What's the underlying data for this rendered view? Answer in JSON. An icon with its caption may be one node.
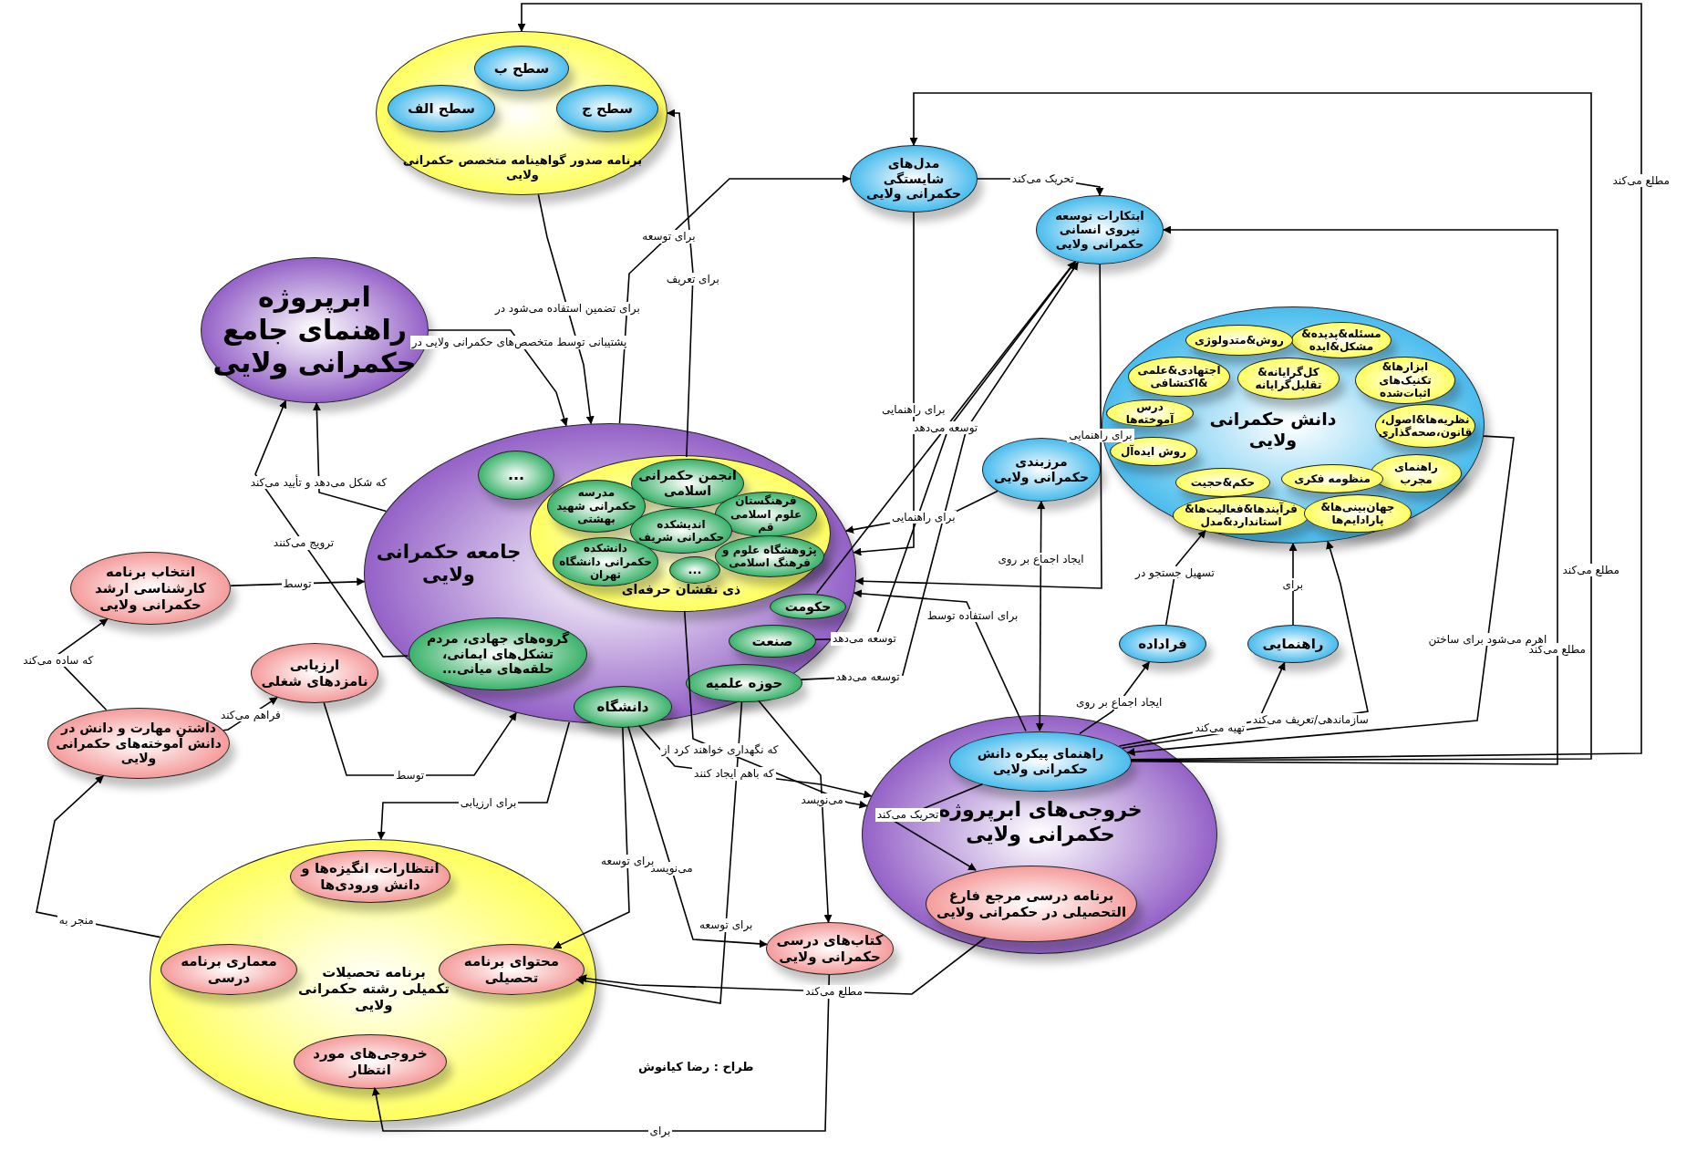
{
  "diagram": {
    "nodes": [
      {
        "text": [
          "برنامه صدور گواهینامه متخصص حکمرانی ولایی"
        ]
      },
      {
        "text": [
          "سطح ب"
        ],
        "in": 0
      },
      {
        "text": [
          "سطح الف"
        ],
        "in": 0
      },
      {
        "text": [
          "سطح ج"
        ],
        "in": 0
      },
      {
        "text": [
          "مدل‌های شایستگی حکمرانی ولایی"
        ]
      },
      {
        "text": [
          "ابتکارات توسعه نیروی انسانی حکمرانی ولایی"
        ]
      },
      {
        "text": [
          "ابرپروژه راهنمای جامع حکمرانی ولایی"
        ]
      },
      {
        "text": [
          "دانش حکمرانی ولایی"
        ]
      },
      {
        "text": [
          "مسئله&پدیده& مشکل&ایده"
        ],
        "in": 7
      },
      {
        "text": [
          "روش&متدولوژی"
        ],
        "in": 7
      },
      {
        "text": [
          "ابزارها& تکنیک‌های اثبات‌شده"
        ],
        "in": 7
      },
      {
        "text": [
          "اجتهادی&علمی &اکتشافی"
        ],
        "in": 7
      },
      {
        "text": [
          "کل‌گرایانه& تقلیل‌گرایانه"
        ],
        "in": 7
      },
      {
        "text": [
          "درس آموخته‌ها"
        ],
        "in": 7
      },
      {
        "text": [
          "نظریه‌ها&اصول، قانون،صحه‌گذاری"
        ],
        "in": 7
      },
      {
        "text": [
          "روش ایده‌آل"
        ],
        "in": 7
      },
      {
        "text": [
          "راهنمای مجرب"
        ],
        "in": 7
      },
      {
        "text": [
          "حکم&حجیت"
        ],
        "in": 7
      },
      {
        "text": [
          "منظومه فکری"
        ],
        "in": 7
      },
      {
        "text": [
          "فرآیندها&فعالیت‌ها& استاندارد&مدل"
        ],
        "in": 7
      },
      {
        "text": [
          "جهان‌بینی‌ها& پارادایم‌ها"
        ],
        "in": 7
      },
      {
        "text": [
          "جامعه حکمرانی ولایی"
        ]
      },
      {
        "text": [
          "..."
        ],
        "in": 21
      },
      {
        "text": [
          "ذی نقشان حرفه‌ای"
        ],
        "in": 21
      },
      {
        "text": [
          "انجمن حکمرانی اسلامی"
        ],
        "in": 23
      },
      {
        "text": [
          "مدرسه حکمرانی شهید بهشتی"
        ],
        "in": 23
      },
      {
        "text": [
          "فرهنگستان علوم اسلامی قم"
        ],
        "in": 23
      },
      {
        "text": [
          "اندیشکده حکمرانی شریف"
        ],
        "in": 23
      },
      {
        "text": [
          "پژوهشگاه علوم و فرهنگ اسلامی"
        ],
        "in": 23
      },
      {
        "text": [
          "دانشکده حکمرانی دانشگاه تهران"
        ],
        "in": 23
      },
      {
        "text": [
          "..."
        ],
        "in": 23
      },
      {
        "text": [
          "حکومت"
        ],
        "in": 21
      },
      {
        "text": [
          "صنعت"
        ],
        "in": 21
      },
      {
        "text": [
          "گروه‌های جهادی، مردم تشکل‌های ایمانی، حلقه‌های میانی..."
        ],
        "in": 21
      },
      {
        "text": [
          "حوزه علمیه"
        ],
        "in": 21
      },
      {
        "text": [
          "دانشگاه"
        ],
        "in": 21
      },
      {
        "text": [
          "مرزبندی حکمرانی ولایی"
        ]
      },
      {
        "text": [
          "انتخاب برنامه کارشناسی ارشد حکمرانی ولایی"
        ]
      },
      {
        "text": [
          "ارزیابی نامزدهای شغلی"
        ]
      },
      {
        "text": [
          "داشتن مهارت و دانش در دانش آموخته‌های حکمرانی ولایی"
        ]
      },
      {
        "text": [
          "فراداده"
        ]
      },
      {
        "text": [
          "راهنمایی"
        ]
      },
      {
        "text": [
          "خروجی‌های ابرپروژه حکمرانی ولایی"
        ]
      },
      {
        "text": [
          "راهنمای پیکره دانش حکمرانی ولایی"
        ],
        "in": 42
      },
      {
        "text": [
          "برنامه درسی مرجع فارغ التحصیلی در حکمرانی ولایی"
        ],
        "in": 42
      },
      {
        "text": [
          "برنامه تحصیلات تکمیلی رشته حکمرانی ولایی"
        ]
      },
      {
        "text": [
          "انتظارات، انگیزه‌ها و دانش ورودی‌ها"
        ],
        "in": 45
      },
      {
        "text": [
          "معماری برنامه درسی"
        ],
        "in": 45
      },
      {
        "text": [
          "محتوای برنامه تحصیلی"
        ],
        "in": 45
      },
      {
        "text": [
          "خروجی‌های مورد انتظار"
        ],
        "in": 45
      },
      {
        "text": [
          "کتاب‌های درسی حکمرانی ولایی"
        ]
      }
    ],
    "edges": [
      {
        "from": 43,
        "to": 0,
        "arrow": "to",
        "label": "مطلع می‌کند"
      },
      {
        "from": 43,
        "to": 4,
        "arrow": "to",
        "label": "مطلع می‌کند"
      },
      {
        "from": 43,
        "to": 5,
        "arrow": "to",
        "label": "مطلع می‌کند"
      },
      {
        "from": 4,
        "to": 5,
        "arrow": "to",
        "label": "تحریک می‌کند"
      },
      {
        "from": 0,
        "to": 21,
        "arrow": "to",
        "label": "برای تضمین استفاده می‌شود در"
      },
      {
        "from": 21,
        "to": 4,
        "arrow": "to",
        "label": "برای توسعه"
      },
      {
        "from": 24,
        "to": 0,
        "arrow": "to",
        "label": "برای تعریف"
      },
      {
        "from": 6,
        "to": 21,
        "arrow": "to",
        "label": "پشتیبانی توسط متخصص‌های حکمرانی ولایی در"
      },
      {
        "from": 4,
        "to": 21,
        "arrow": "to",
        "label": "برای راهنمایی"
      },
      {
        "from": 5,
        "to": 21,
        "arrow": "to",
        "label": "برای راهنمایی"
      },
      {
        "from": 31,
        "to": 5,
        "arrow": "to",
        "label": "توسعه می‌دهد"
      },
      {
        "from": 32,
        "to": 5,
        "arrow": "to",
        "label": "توسعه می‌دهد"
      },
      {
        "from": 34,
        "to": 5,
        "arrow": "to",
        "label": "توسعه می‌دهد"
      },
      {
        "from": 36,
        "to": 21,
        "arrow": "to",
        "label": "برای راهنمایی"
      },
      {
        "from": 43,
        "to": 36,
        "arrow": "both",
        "label": "ایجاد اجماع بر روی"
      },
      {
        "from": 43,
        "to": 21,
        "arrow": "to",
        "label": "برای استفاده توسط"
      },
      {
        "from": 43,
        "to": 40,
        "arrow": "to",
        "label": "ایجاد اجماع بر روی"
      },
      {
        "from": 43,
        "to": 41,
        "arrow": "to",
        "label": "تهیه می‌کند"
      },
      {
        "from": 40,
        "to": 7,
        "arrow": "to",
        "label": "تسهیل جستجو در"
      },
      {
        "from": 41,
        "to": 7,
        "arrow": "to",
        "label": "برای"
      },
      {
        "from": 43,
        "to": 7,
        "arrow": "to",
        "label": "سازماندهی/تعریف می‌کند"
      },
      {
        "from": 7,
        "to": 43,
        "arrow": "to",
        "label": "اهرم می‌شود برای ساختن"
      },
      {
        "from": 43,
        "to": 44,
        "arrow": "to",
        "label": "تحریک می‌کند"
      },
      {
        "from": 44,
        "to": 48,
        "arrow": "to",
        "label": "مطلع می‌کند"
      },
      {
        "from": 50,
        "to": 49,
        "arrow": "to",
        "label": "برای"
      },
      {
        "from": 34,
        "to": 50,
        "arrow": "to",
        "label": "می‌نویسد"
      },
      {
        "from": 35,
        "to": 50,
        "arrow": "to",
        "label": "می‌نویسد"
      },
      {
        "from": 35,
        "to": 48,
        "arrow": "to",
        "label": "برای توسعه"
      },
      {
        "from": 34,
        "to": 48,
        "arrow": "to",
        "label": "برای توسعه"
      },
      {
        "from": 35,
        "to": 42,
        "arrow": "to",
        "label": "که باهم ایجاد کنند"
      },
      {
        "from": 23,
        "to": 42,
        "arrow": "to",
        "label": "که نگهداری خواهند کرد از"
      },
      {
        "from": 38,
        "to": 21,
        "arrow": "to",
        "label": "توسط"
      },
      {
        "from": 21,
        "to": 45,
        "arrow": "to",
        "label": "برای ارزیابی"
      },
      {
        "from": 37,
        "to": 21,
        "arrow": "to",
        "label": "توسط"
      },
      {
        "from": 21,
        "to": 6,
        "arrow": "to",
        "label": "که شکل می‌دهد و تأیید می‌کند"
      },
      {
        "from": 33,
        "to": 6,
        "arrow": "to",
        "label": "ترویج می‌کنند"
      },
      {
        "from": 39,
        "to": 37,
        "arrow": "to",
        "label": "که ساده می‌کند"
      },
      {
        "from": 39,
        "to": 38,
        "arrow": "to",
        "label": "فراهم می‌کند"
      },
      {
        "from": 45,
        "to": 39,
        "arrow": "to",
        "label": "منجر به"
      }
    ],
    "labels": [
      "طراح : رضا کیانوش"
    ]
  }
}
